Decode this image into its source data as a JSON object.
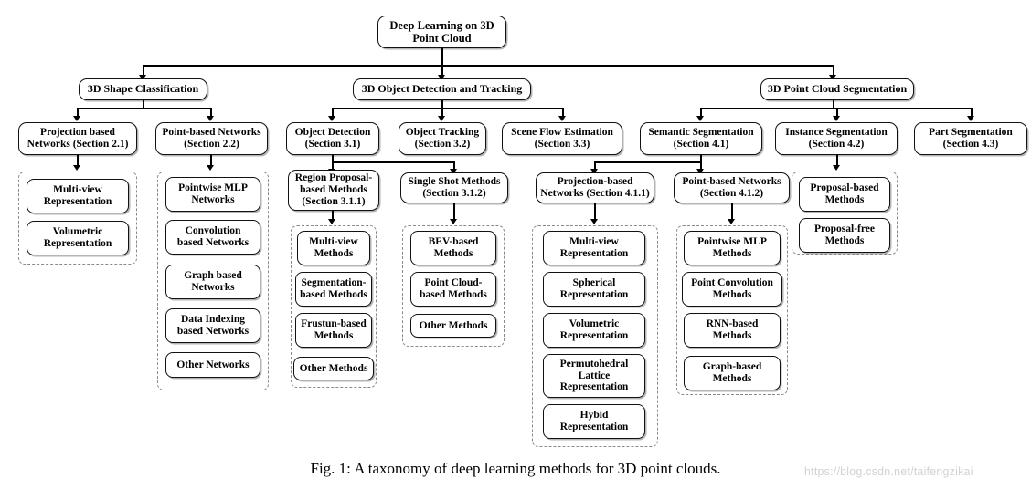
{
  "figure": {
    "caption": "Fig. 1: A taxonomy of deep learning methods for 3D point clouds.",
    "watermark": "https://blog.csdn.net/taifengzikai"
  },
  "colors": {
    "box_border": "#111111",
    "group_border": "#8a8a8a",
    "connector": "#000000",
    "background": "#ffffff",
    "watermark": "#d2d2d2"
  },
  "nodes": {
    "root": "Deep Learning on 3D\nPoint Cloud",
    "l1": {
      "shape_classification": "3D Shape Classification",
      "object_detection_tracking": "3D Object Detection and Tracking",
      "point_cloud_segmentation": "3D Point Cloud Segmentation"
    },
    "l2": {
      "projection_based_networks": "Projection based\nNetworks (Section 2.1)",
      "point_based_networks": "Point-based Networks\n(Section 2.2)",
      "object_detection": "Object Detection\n(Section 3.1)",
      "object_tracking": "Object Tracking\n(Section 3.2)",
      "scene_flow_estimation": "Scene Flow Estimation\n(Section 3.3)",
      "semantic_segmentation": "Semantic Segmentation\n(Section 4.1)",
      "instance_segmentation": "Instance Segmentation\n(Section 4.2)",
      "part_segmentation": "Part Segmentation\n(Section 4.3)"
    },
    "l3": {
      "region_proposal": "Region Proposal-\nbased Methods\n(Section 3.1.1)",
      "single_shot": "Single Shot Methods\n(Section 3.1.2)",
      "projection_based_seg": "Projection-based\nNetworks (Section 4.1.1)",
      "point_based_seg": "Point-based Networks\n(Section 4.1.2)"
    },
    "leaves": {
      "projection_based_networks": [
        "Multi-view\nRepresentation",
        "Volumetric\nRepresentation"
      ],
      "point_based_networks": [
        "Pointwise MLP\nNetworks",
        "Convolution\nbased Networks",
        "Graph based\nNetworks",
        "Data Indexing\nbased Networks",
        "Other Networks"
      ],
      "region_proposal": [
        "Multi-view\nMethods",
        "Segmentation-\nbased Methods",
        "Frustun-based\nMethods",
        "Other Methods"
      ],
      "single_shot": [
        "BEV-based\nMethods",
        "Point Cloud-\nbased Methods",
        "Other Methods"
      ],
      "projection_based_seg": [
        "Multi-view\nRepresentation",
        "Spherical\nRepresentation",
        "Volumetric\nRepresentation",
        "Permutohedral\nLattice\nRepresentation",
        "Hybid\nRepresentation"
      ],
      "point_based_seg": [
        "Pointwise MLP\nMethods",
        "Point Convolution\nMethods",
        "RNN-based\nMethods",
        "Graph-based\nMethods"
      ],
      "instance_segmentation": [
        "Proposal-based\nMethods",
        "Proposal-free\nMethods"
      ]
    }
  }
}
